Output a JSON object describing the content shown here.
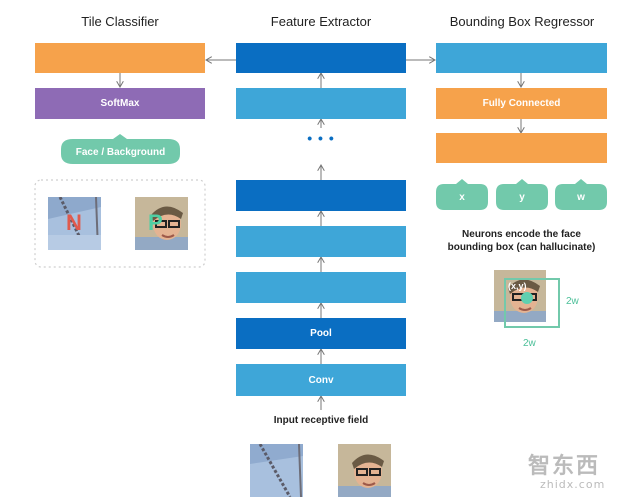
{
  "titles": {
    "classifier": "Tile Classifier",
    "extractor": "Feature Extractor",
    "regressor": "Bounding Box Regressor"
  },
  "classifier": {
    "softmax": "SoftMax",
    "output": "Face / Background",
    "negative_marker": "N",
    "positive_marker": "P"
  },
  "extractor": {
    "ellipsis": "• • •",
    "pool": "Pool",
    "conv": "Conv",
    "input_label": "Input receptive field"
  },
  "regressor": {
    "fully_connected": "Fully Connected",
    "outputs": [
      "x",
      "y",
      "w"
    ],
    "note_line1": "Neurons encode the face",
    "note_line2": "bounding box (can hallucinate)",
    "point_label": "(x,y)",
    "width_right": "2w",
    "width_bottom": "2w"
  },
  "colors": {
    "dark_blue": "#0a6ec2",
    "light_blue": "#3ea6d8",
    "orange": "#f6a24b",
    "purple": "#8e6bb5",
    "teal": "#72c9ab"
  },
  "watermark": {
    "logo": "智东西",
    "site": "zhidx.com"
  }
}
